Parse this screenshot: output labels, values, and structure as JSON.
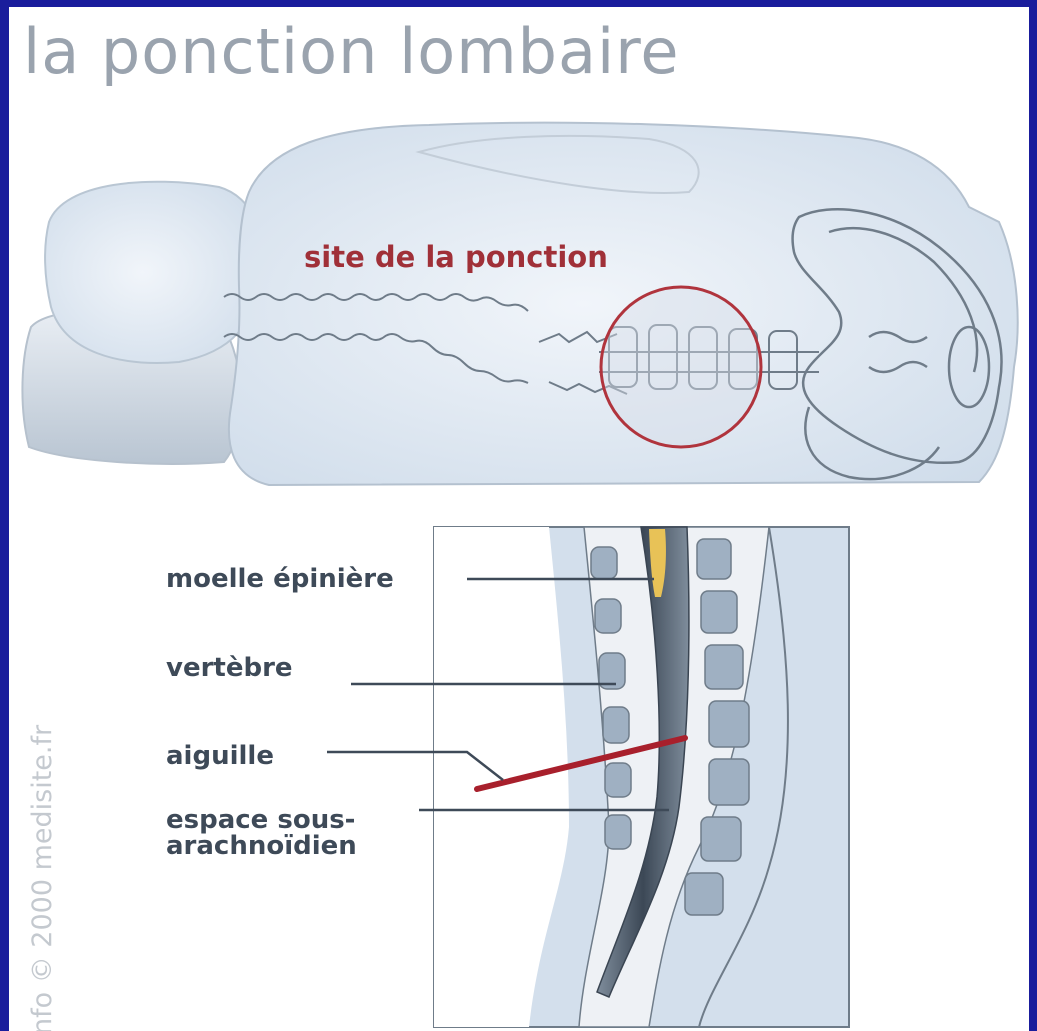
{
  "title": "la ponction lombaire",
  "site_label": "site de la ponction",
  "labels": {
    "moelle": "moelle épinière",
    "vertebre": "vertèbre",
    "aiguille": "aiguille",
    "espace": "espace sous-arachnoïdien"
  },
  "copyright": "nfo © 2000 medisite.fr",
  "colors": {
    "frame_background": "#1a1d9c",
    "body_fill": "#dfe8f2",
    "outline": "#6f7c89",
    "highlight": "#b0343d",
    "needle": "#a8202c",
    "spinal_cord": "#e8c257"
  }
}
